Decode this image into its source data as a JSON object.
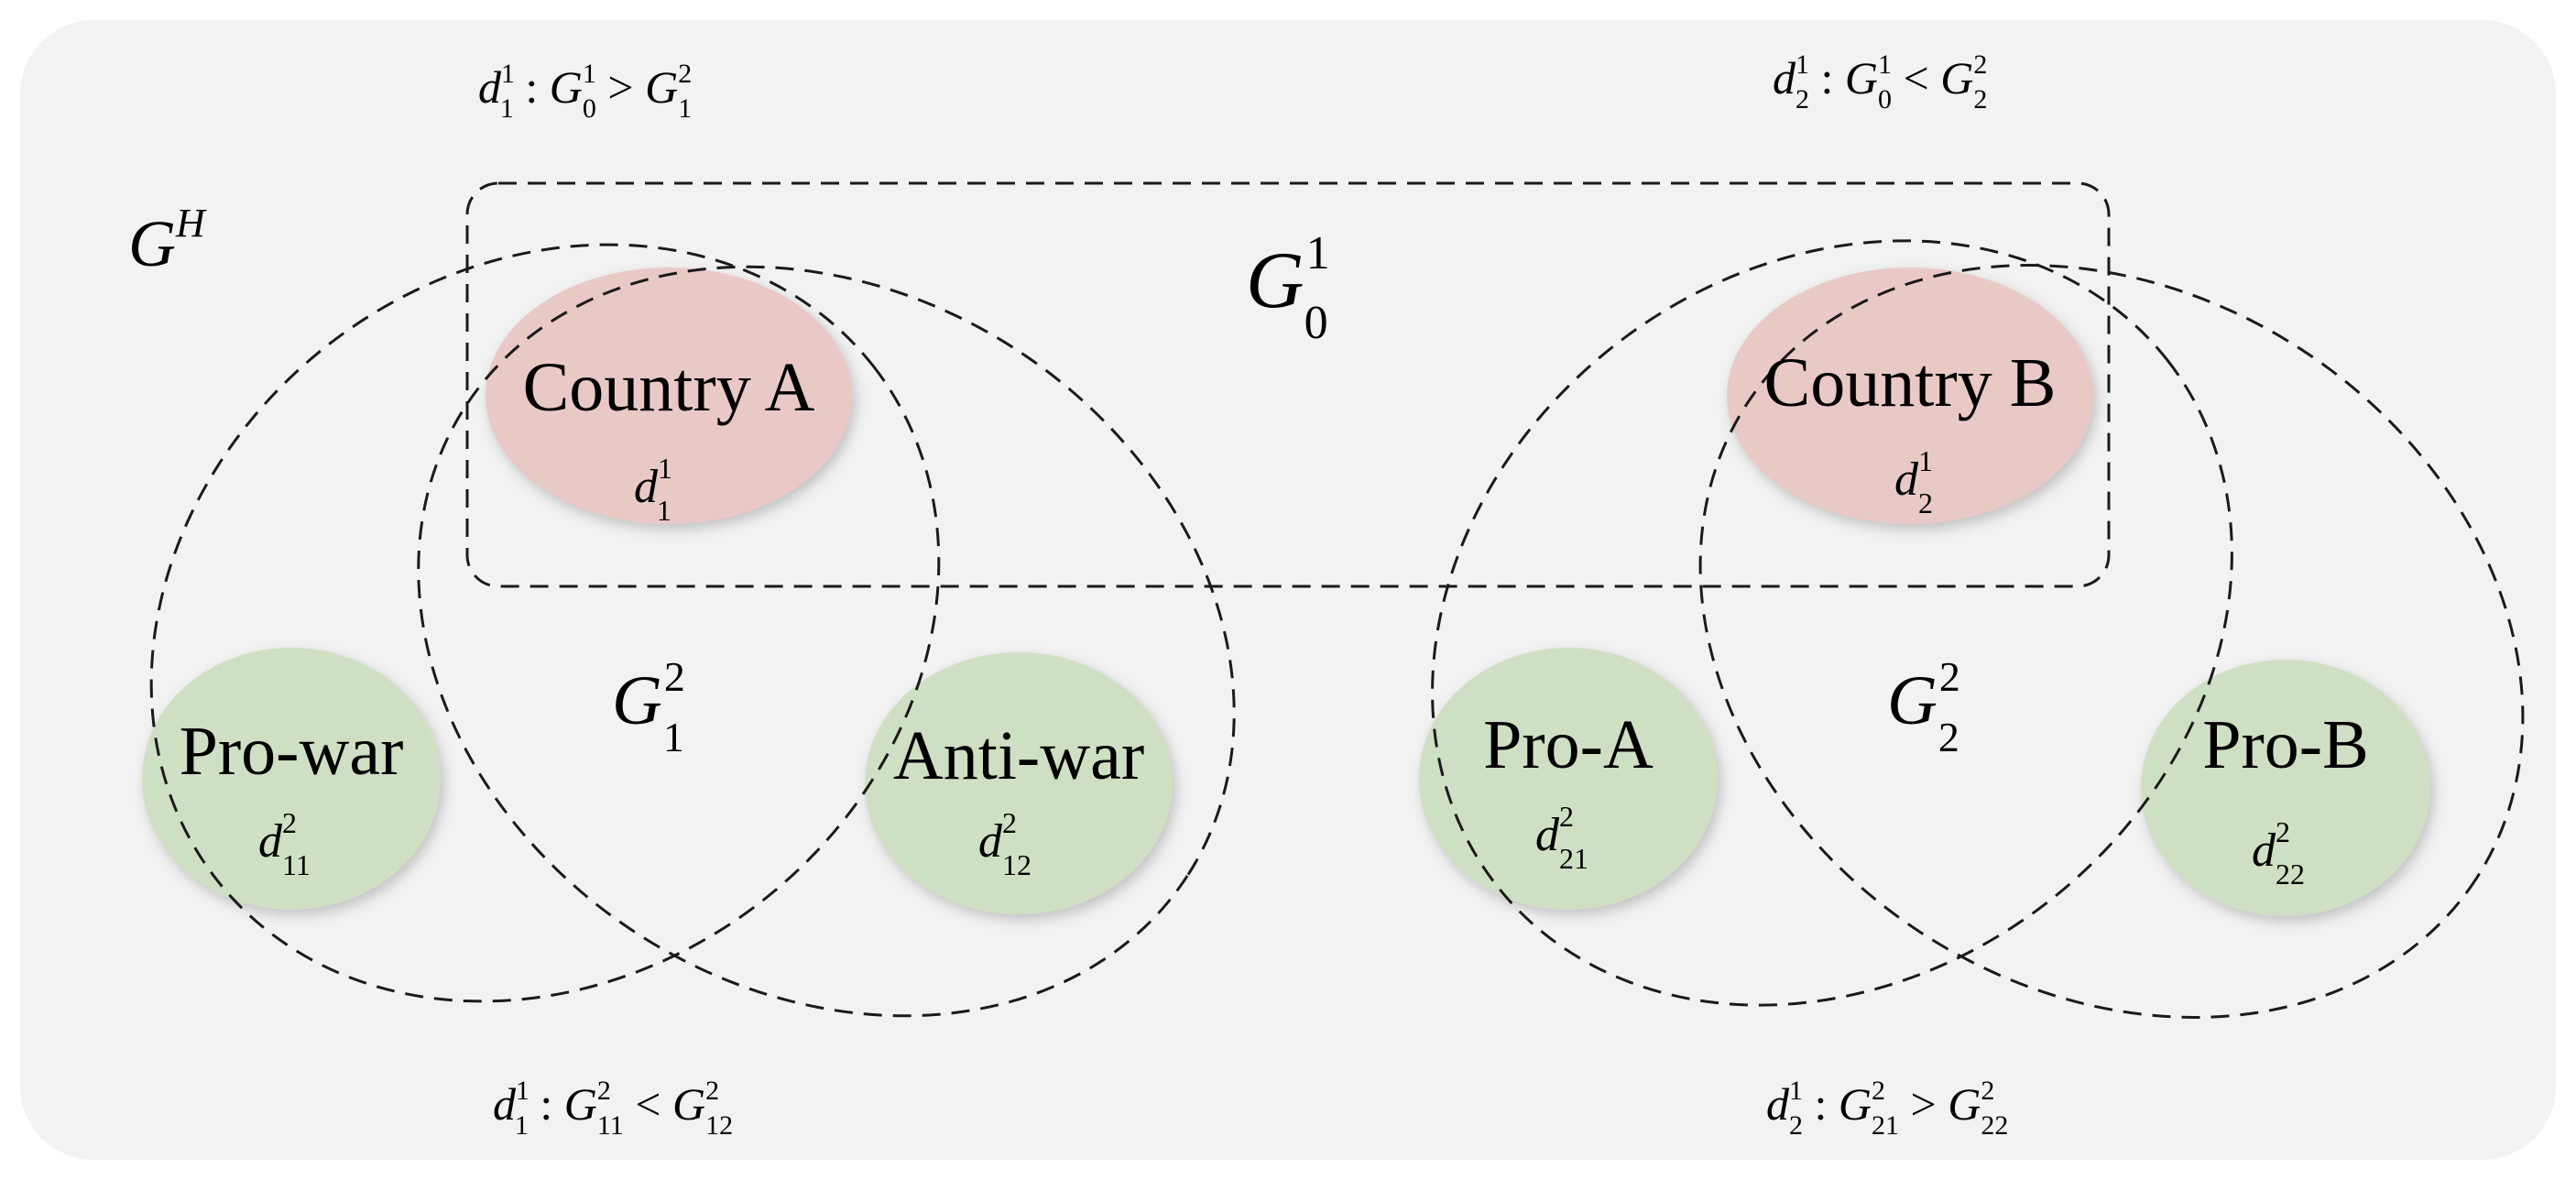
{
  "diagram": {
    "hypergraph_symbol": {
      "base": "G",
      "sup": "H"
    },
    "top_group": {
      "base": "G",
      "sub": "0",
      "sup": "1"
    },
    "groups": [
      {
        "id": "left",
        "base": "G",
        "sub": "1",
        "sup": "2"
      },
      {
        "id": "right",
        "base": "G",
        "sub": "2",
        "sup": "2"
      }
    ],
    "nodes": [
      {
        "id": "country-a",
        "label": "Country A",
        "sym": "d",
        "sub": "1",
        "sup": "1",
        "kind": "country"
      },
      {
        "id": "country-b",
        "label": "Country B",
        "sym": "d",
        "sub": "2",
        "sup": "1",
        "kind": "country"
      },
      {
        "id": "pro-war",
        "label": "Pro-war",
        "sym": "d",
        "sub": "11",
        "sup": "2",
        "kind": "opinion"
      },
      {
        "id": "anti-war",
        "label": "Anti-war",
        "sym": "d",
        "sub": "12",
        "sup": "2",
        "kind": "opinion"
      },
      {
        "id": "pro-a",
        "label": "Pro-A",
        "sym": "d",
        "sub": "21",
        "sup": "2",
        "kind": "opinion"
      },
      {
        "id": "pro-b",
        "label": "Pro-B",
        "sym": "d",
        "sub": "22",
        "sup": "2",
        "kind": "opinion"
      }
    ],
    "relations": {
      "top_left": {
        "d_sub": "1",
        "d_sup": "1",
        "lhs_sub": "0",
        "lhs_sup": "1",
        "op": ">",
        "rhs_sub": "1",
        "rhs_sup": "2"
      },
      "top_right": {
        "d_sub": "2",
        "d_sup": "1",
        "lhs_sub": "0",
        "lhs_sup": "1",
        "op": "<",
        "rhs_sub": "2",
        "rhs_sup": "2"
      },
      "bottom_left": {
        "d_sub": "1",
        "d_sup": "1",
        "lhs_sub": "11",
        "lhs_sup": "2",
        "op": "<",
        "rhs_sub": "12",
        "rhs_sup": "2"
      },
      "bottom_right": {
        "d_sub": "2",
        "d_sup": "1",
        "lhs_sub": "21",
        "lhs_sup": "2",
        "op": ">",
        "rhs_sub": "22",
        "rhs_sup": "2"
      }
    },
    "colors": {
      "panel": "#f2f2f2",
      "country_fill": "#e9c9c6",
      "opinion_fill": "#cfdfc3",
      "stroke": "#1a1a1a"
    }
  }
}
